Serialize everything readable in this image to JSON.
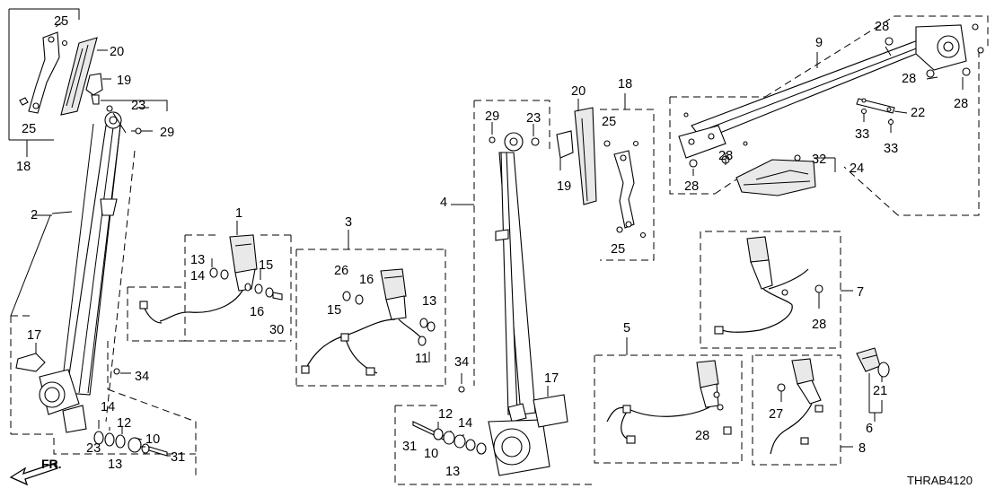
{
  "diagram": {
    "code": "THRAB4120",
    "direction_label": "FR.",
    "callouts": [
      "25",
      "20",
      "19",
      "25",
      "18",
      "23",
      "29",
      "2",
      "1",
      "13",
      "14",
      "15",
      "16",
      "30",
      "3",
      "26",
      "16",
      "15",
      "13",
      "11",
      "17",
      "34",
      "14",
      "12",
      "23",
      "13",
      "10",
      "31",
      "4",
      "29",
      "23",
      "20",
      "19",
      "18",
      "25",
      "25",
      "34",
      "31",
      "12",
      "14",
      "10",
      "13",
      "17",
      "5",
      "28",
      "9",
      "28",
      "28",
      "28",
      "22",
      "33",
      "33",
      "28",
      "28",
      "32",
      "24",
      "7",
      "28",
      "27",
      "21",
      "6",
      "8"
    ]
  }
}
